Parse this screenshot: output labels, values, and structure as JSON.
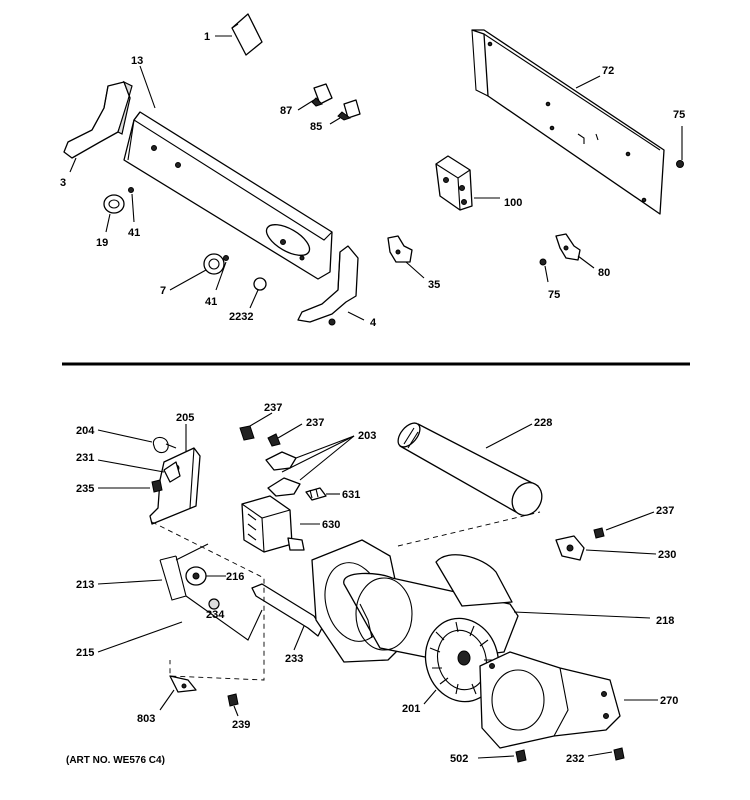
{
  "art_number": "(ART NO. WE576 C4)",
  "upper_callouts": [
    "1",
    "13",
    "3",
    "19",
    "41",
    "7",
    "41",
    "2232",
    "4",
    "87",
    "85",
    "35",
    "72",
    "75",
    "100",
    "80",
    "75"
  ],
  "lower_callouts": [
    "204",
    "205",
    "231",
    "235",
    "237",
    "237",
    "203",
    "631",
    "228",
    "630",
    "213",
    "216",
    "234",
    "215",
    "233",
    "218",
    "237",
    "230",
    "201",
    "270",
    "803",
    "239",
    "502",
    "232"
  ]
}
